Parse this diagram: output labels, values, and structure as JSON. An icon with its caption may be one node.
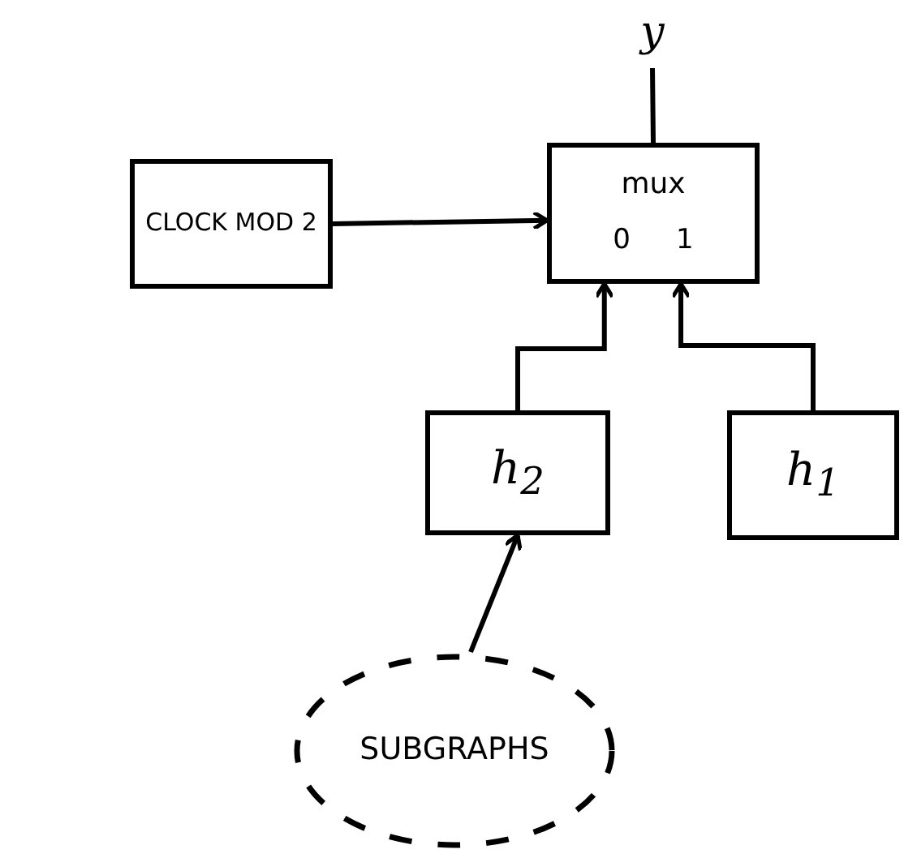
{
  "diagram": {
    "nodes": [
      {
        "text": [
          "y"
        ]
      },
      {
        "text": [
          "CLOCK MOD 2"
        ]
      },
      {
        "text": [
          "mux",
          "0",
          "1"
        ]
      },
      {
        "text": [
          "h$_{2}$"
        ]
      },
      {
        "text": [
          "h$_{1}$"
        ]
      },
      {
        "text": [
          "SUBGRAPHS"
        ]
      }
    ],
    "edges": [
      {
        "from": 2,
        "to": 0,
        "arrow": "none"
      },
      {
        "from": 1,
        "to": 2,
        "arrow": "to"
      },
      {
        "from": 3,
        "to": 2,
        "arrow": "to"
      },
      {
        "from": 4,
        "to": 2,
        "arrow": "to"
      },
      {
        "from": 5,
        "to": 3,
        "arrow": "to"
      }
    ]
  }
}
